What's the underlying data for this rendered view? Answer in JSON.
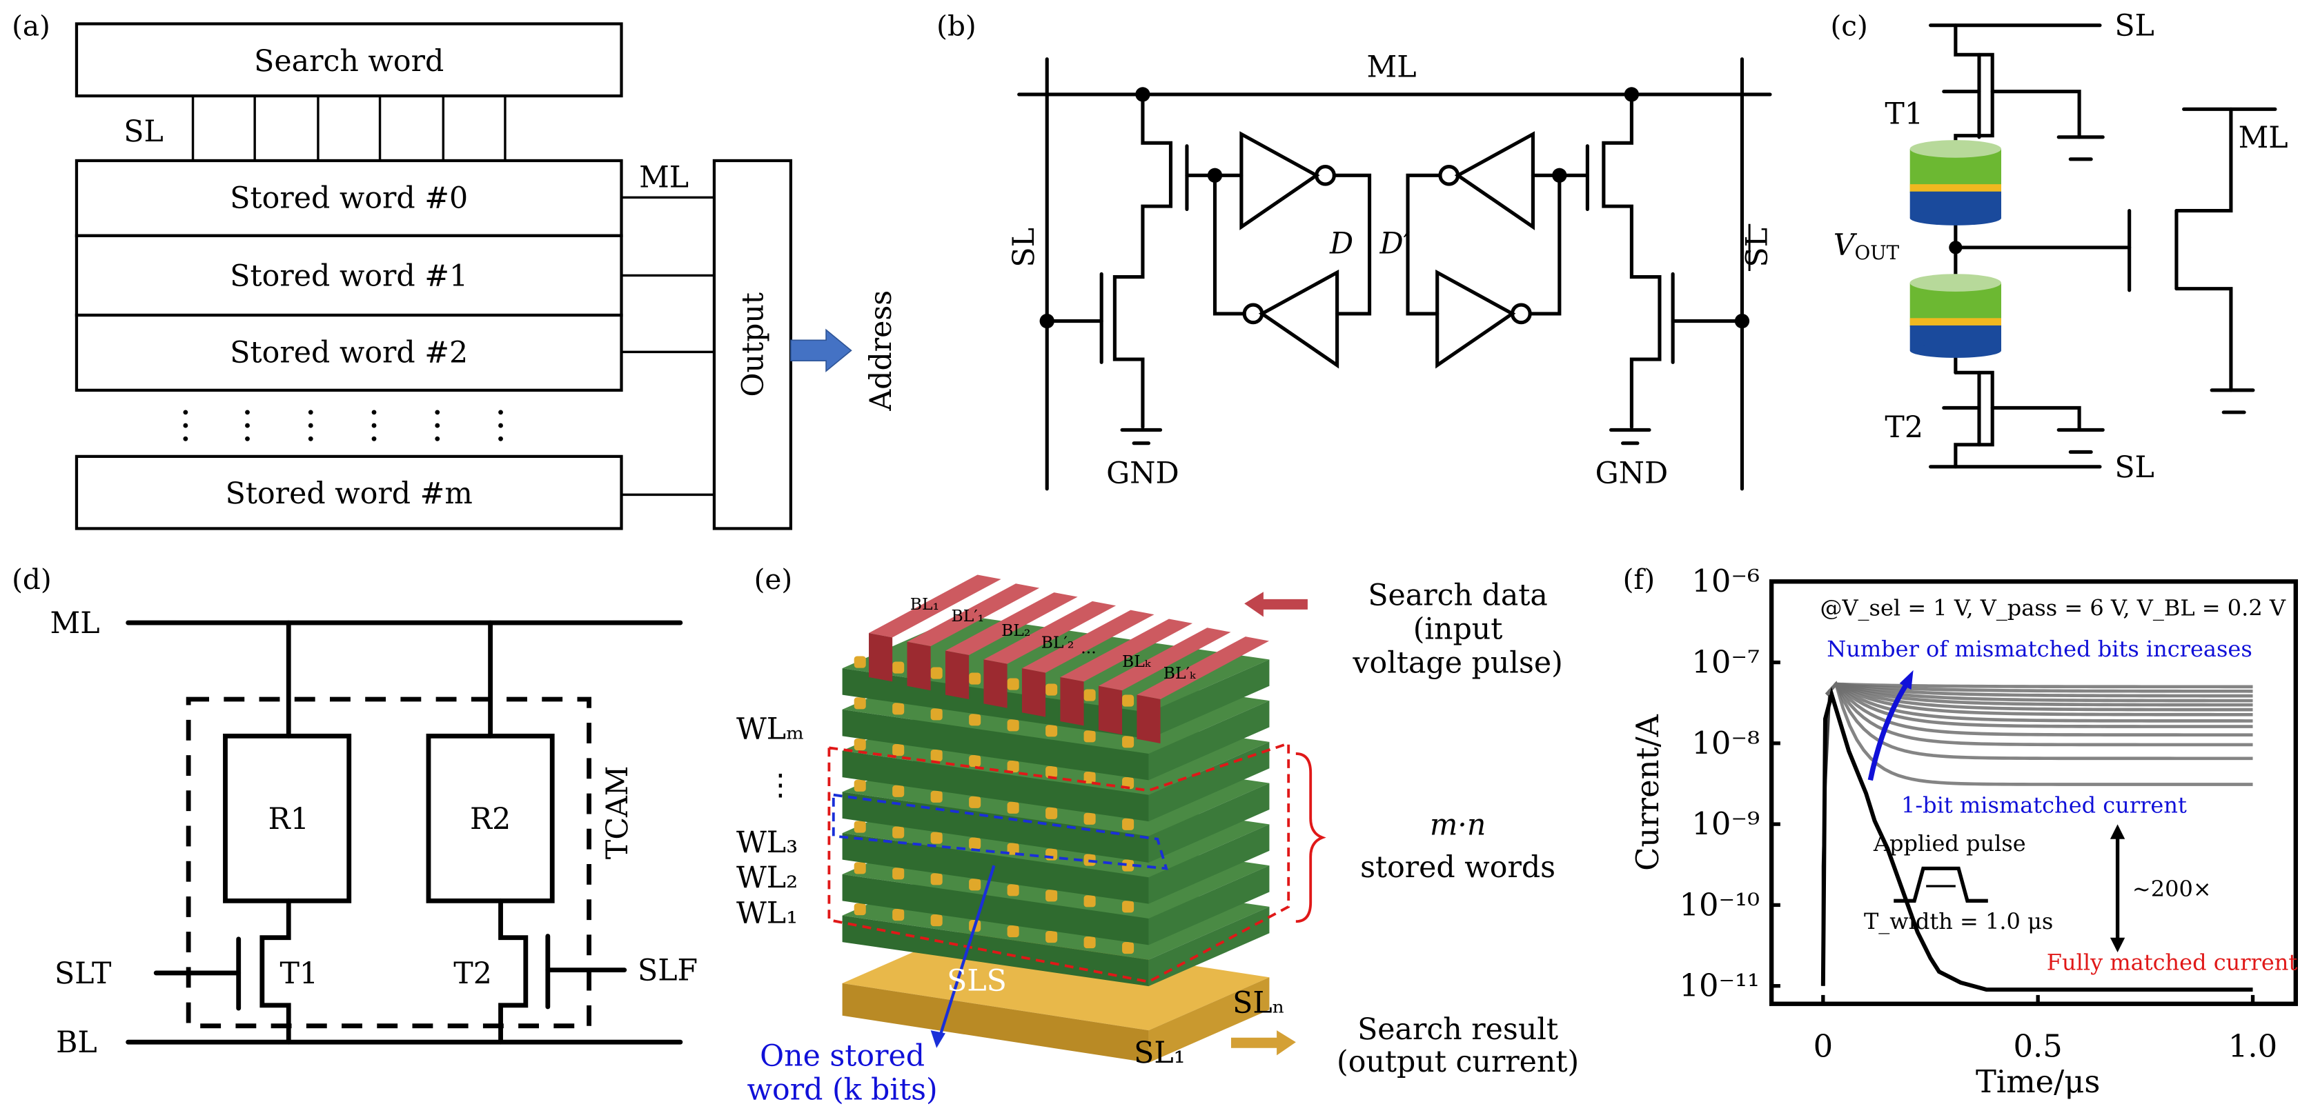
{
  "panels": {
    "a": {
      "label": "(a)",
      "search_word": "Search word",
      "sl": "SL",
      "ml": "ML",
      "stored_words": [
        "Stored word #0",
        "Stored word #1",
        "Stored word #2",
        "Stored word #m"
      ],
      "output": "Output",
      "address": "Address",
      "arrow_color": "#4472c4"
    },
    "b": {
      "label": "(b)",
      "ml": "ML",
      "sl": "SL",
      "sl_bar": "SL",
      "d": "D",
      "d_prime": "D′",
      "gnd_left": "GND",
      "gnd_right": "GND"
    },
    "c": {
      "label": "(c)",
      "sl_top": "SL",
      "sl_bottom": "SL",
      "t1": "T1",
      "t2": "T2",
      "ml": "ML",
      "vout_main": "V",
      "vout_sub": "OUT",
      "device_colors": {
        "top": "#6cb832",
        "top_face": "#b7d99a",
        "mid": "#f0b820",
        "bottom": "#1a4a9c"
      }
    },
    "d": {
      "label": "(d)",
      "ml": "ML",
      "bl": "BL",
      "r1": "R1",
      "r2": "R2",
      "t1": "T1",
      "t2": "T2",
      "slt": "SLT",
      "slf": "SLF",
      "tcam": "TCAM"
    },
    "e": {
      "label": "(e)",
      "bitlines": [
        "BL₁",
        "BL′₁",
        "BL₂",
        "BL′₂",
        "···",
        "BLₖ",
        "BL′ₖ"
      ],
      "wordlines": [
        "WLₘ",
        "⋮",
        "WL₃",
        "WL₂",
        "WL₁"
      ],
      "sls": "SLS",
      "sl1": "SL₁",
      "sln": "SLₙ",
      "search_data": [
        "Search data",
        "(input",
        "voltage pulse)"
      ],
      "stored_words": [
        "m·n",
        "stored words"
      ],
      "search_result": [
        "Search result",
        "(output current)"
      ],
      "one_word": [
        "One stored",
        "word (k bits)"
      ],
      "colors": {
        "bitline": "#c0444c",
        "layer": "#2f6b2f",
        "pillar": "#e0a82a",
        "sl": "#d4a035",
        "highlight_red": "#e01818",
        "highlight_blue": "#1a2fd8"
      }
    },
    "f": {
      "label": "(f)",
      "conditions": "@V_sel = 1 V, V_pass = 6 V, V_BL = 0.2 V",
      "annotation_mismatch": "Number of mismatched bits increases",
      "annotation_1bit": "1-bit mismatched current",
      "annotation_pulse": "Applied pulse",
      "annotation_twidth": "T_width = 1.0 μs",
      "annotation_ratio": "~200×",
      "annotation_matched": "Fully matched current"
    }
  },
  "chart_data": {
    "type": "line",
    "title": "",
    "xlabel": "Time/μs",
    "ylabel": "Current/A",
    "xscale": "linear",
    "yscale": "log",
    "xlim": [
      -0.12,
      1.1
    ],
    "ylim": [
      6e-12,
      1e-06
    ],
    "x_ticks": [
      0,
      0.5,
      1.0
    ],
    "x_tick_labels": [
      "0",
      "0.5",
      "1.0"
    ],
    "y_ticks": [
      1e-11,
      1e-10,
      1e-09,
      1e-08,
      1e-07,
      1e-06
    ],
    "y_tick_labels": [
      "10⁻¹¹",
      "10⁻¹⁰",
      "10⁻⁹",
      "10⁻⁸",
      "10⁻⁷",
      "10⁻⁶"
    ],
    "grid": false,
    "legend": "none",
    "mismatch_series": {
      "description": "k-bit mismatched currents (1-bit lowest, increasing upward)",
      "peak_time": 0.03,
      "peak_current": 5.4e-08,
      "plateau_currents": [
        3.1e-09,
        6.5e-09,
        9.6e-09,
        1.27e-08,
        1.61e-08,
        1.89e-08,
        2.26e-08,
        2.6e-08,
        2.98e-08,
        3.36e-08,
        3.85e-08,
        4.4e-08,
        5e-08
      ],
      "color": "#6e6e6e"
    },
    "matched_series": {
      "name": "Fully matched current",
      "x": [
        0.0,
        0.005,
        0.02,
        0.06,
        0.1,
        0.12,
        0.15,
        0.18,
        0.22,
        0.25,
        0.27,
        0.32,
        0.38,
        0.5,
        1.0
      ],
      "y": [
        1e-11,
        2e-08,
        4e-08,
        8e-09,
        2.4e-09,
        1.1e-09,
        5e-10,
        1.8e-10,
        4.6e-11,
        2.2e-11,
        1.5e-11,
        1.1e-11,
        9e-12,
        9e-12,
        9e-12
      ],
      "color": "#000000"
    },
    "rise_trace": {
      "x": [
        0.0,
        0.0,
        0.005,
        0.015
      ],
      "y": [
        1e-11,
        3e-10,
        3e-09,
        4e-08
      ]
    }
  }
}
